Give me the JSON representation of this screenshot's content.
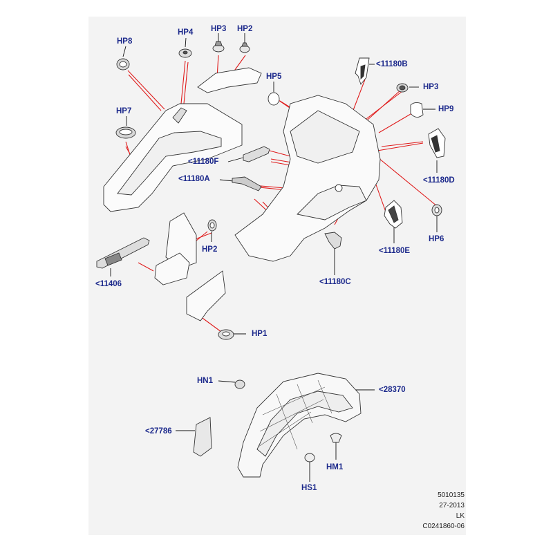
{
  "diagram": {
    "callouts": {
      "hp8": "HP8",
      "hp4": "HP4",
      "hp3_top": "HP3",
      "hp2_top": "HP2",
      "hp7": "HP7",
      "hp5": "HP5",
      "c11180b": "<11180B",
      "hp3_right": "HP3",
      "hp9": "HP9",
      "c11180f": "<11180F",
      "c11180a": "<11180A",
      "c11180d": "<11180D",
      "hp2_mid": "HP2",
      "hp6": "HP6",
      "c11180e": "<11180E",
      "c11406": "<11406",
      "c11180c": "<11180C",
      "hp1": "HP1",
      "hn1": "HN1",
      "c28370": "<28370",
      "c27786": "<27786",
      "hm1": "HM1",
      "hs1": "HS1"
    },
    "footer": {
      "line1": "5010135",
      "line2": "27-2013",
      "line3": "LK",
      "line4": "C0241860-06"
    }
  }
}
